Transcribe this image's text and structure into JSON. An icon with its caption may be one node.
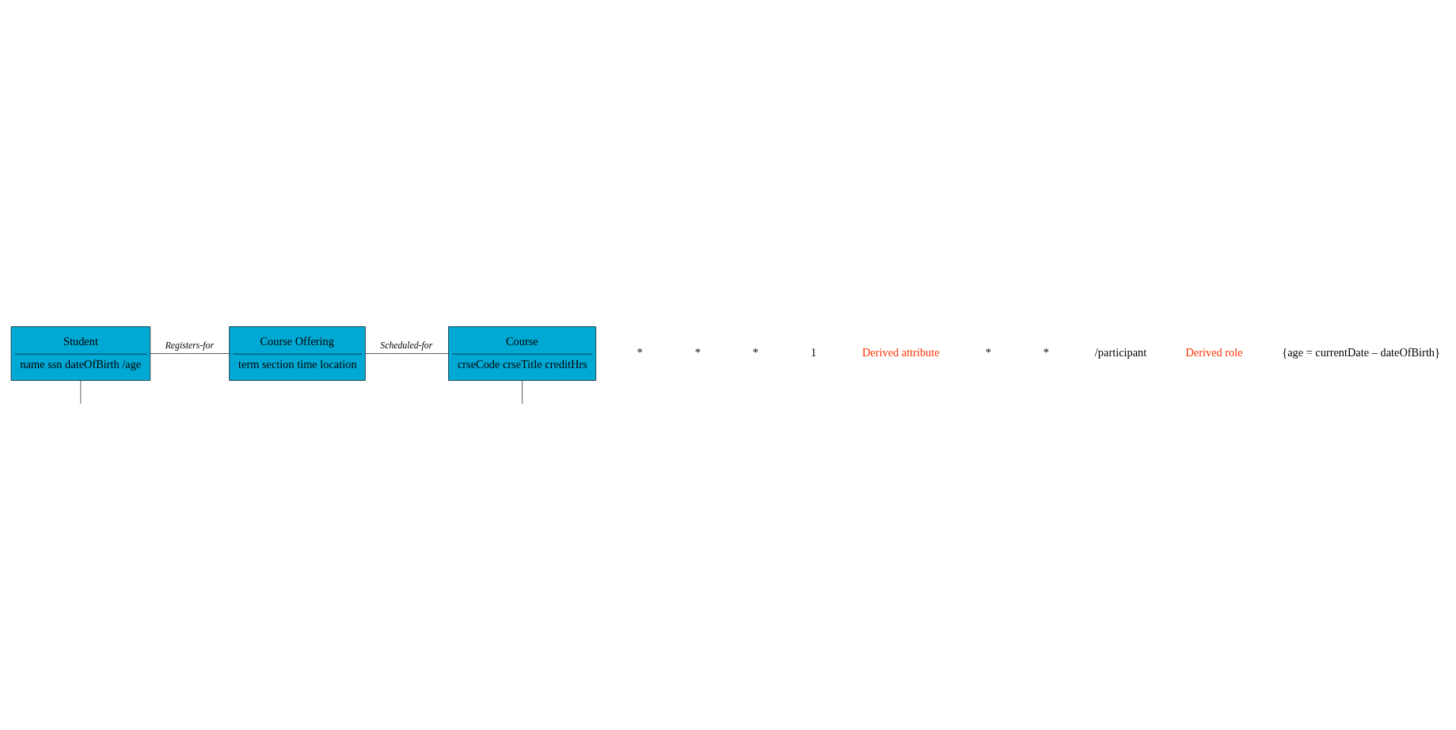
{
  "diagram": {
    "nodes": [
      {
        "text": [
          "Student",
          "name ssn dateOfBirth /age"
        ]
      },
      {
        "text": [
          "Course Offering",
          "term section time location"
        ]
      },
      {
        "text": [
          "Course",
          "crseCode crseTitle creditHrs"
        ]
      }
    ],
    "edges": [
      {
        "from": 0,
        "to": 1,
        "arrow": "none",
        "label": "Registers-for"
      },
      {
        "from": 1,
        "to": 2,
        "arrow": "none",
        "label": "Scheduled-for"
      },
      {
        "from": 0,
        "to": null,
        "arrow": "none"
      },
      {
        "from": 2,
        "to": null,
        "arrow": "none"
      }
    ],
    "labels": [
      "*",
      "*",
      "*",
      "1",
      "Derived attribute",
      "*",
      "*",
      "/participant",
      "Derived role",
      "{age = currentDate – dateOfBirth}"
    ]
  }
}
